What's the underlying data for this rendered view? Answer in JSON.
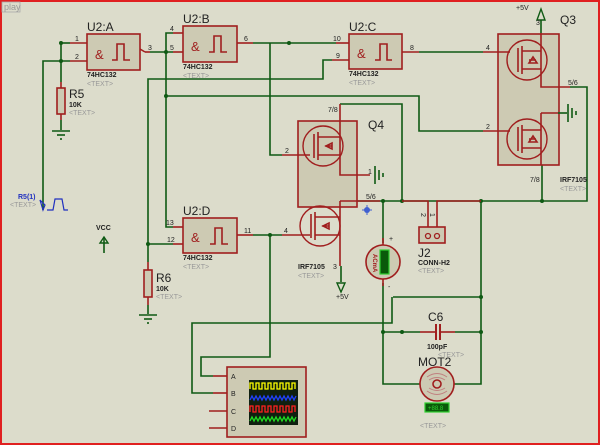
{
  "mode_label": "play",
  "colors": {
    "background": "#dcdccb",
    "wire": "#0f5a14",
    "component": "#a01e1e",
    "component_fill": "#cdcab3",
    "frame": "#e02020",
    "generator": "#2030c0"
  },
  "placeholder_text": "<TEXT>",
  "gates": {
    "u2a": {
      "ref": "U2:A",
      "value": "74HC132",
      "symbol": "&",
      "pins": [
        "1",
        "2",
        "3"
      ]
    },
    "u2b": {
      "ref": "U2:B",
      "value": "74HC132",
      "symbol": "&",
      "pins": [
        "4",
        "5",
        "6"
      ]
    },
    "u2c": {
      "ref": "U2:C",
      "value": "74HC132",
      "symbol": "&",
      "pins": [
        "10",
        "9",
        "8"
      ]
    },
    "u2d": {
      "ref": "U2:D",
      "value": "74HC132",
      "symbol": "&",
      "pins": [
        "13",
        "12",
        "11"
      ]
    }
  },
  "resistors": {
    "r5": {
      "ref": "R5",
      "value": "10K"
    },
    "r6": {
      "ref": "R6",
      "value": "10K"
    }
  },
  "mosfets": {
    "q3": {
      "ref": "Q3",
      "value": "IRF7105",
      "pins": {
        "top": "3",
        "gate1": "4",
        "gate2": "2",
        "out": "5/6",
        "bottom": "7/8"
      },
      "supply": "+5V"
    },
    "q4": {
      "ref": "Q4",
      "value": "IRF7105",
      "pins": {
        "top": "7/8",
        "gate1": "2",
        "gnd": "1",
        "out": "5/6",
        "gate2": "4",
        "bottom": "3"
      },
      "supply": "+5V"
    }
  },
  "connector": {
    "ref": "J2",
    "value": "CONN-H2",
    "pins": [
      "2",
      "1"
    ]
  },
  "capacitor": {
    "ref": "C6",
    "value": "100pF"
  },
  "motor": {
    "ref": "MOT2",
    "display": "+88.8"
  },
  "ammeter": {
    "label": "ACmA",
    "plus": "+",
    "minus": "-"
  },
  "vcc": {
    "label": "VCC"
  },
  "generator": {
    "ref": "R5(1)"
  },
  "oscilloscope": {
    "channels": [
      "A",
      "B",
      "C",
      "D"
    ],
    "trace_colors": [
      "#ffff00",
      "#2040ff",
      "#ff2020",
      "#20e020"
    ]
  }
}
